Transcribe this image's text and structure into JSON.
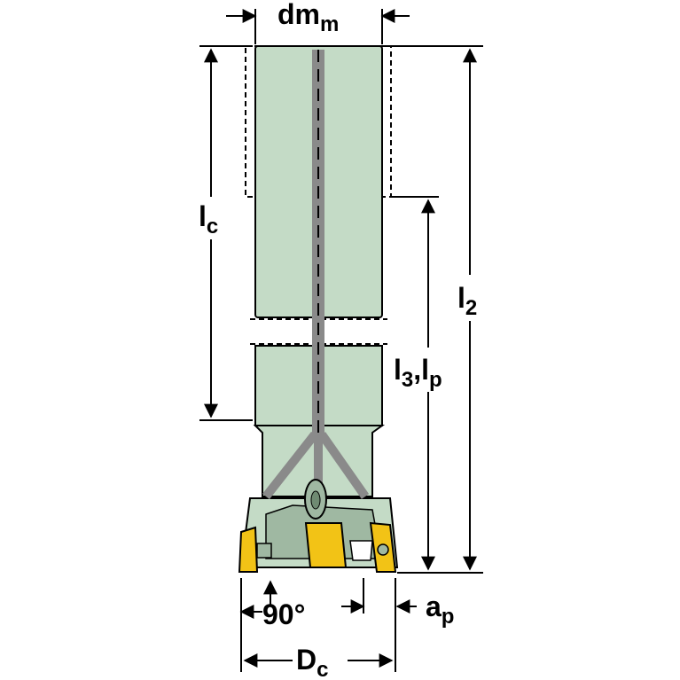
{
  "diagram": {
    "labels": {
      "dm_main": "dm",
      "dm_sub": "m",
      "lc_main": "l",
      "lc_sub": "c",
      "l2_main": "l",
      "l2_sub": "2",
      "l3_main": "l",
      "l3_sub": "3",
      "l3_sep": ",l",
      "lp_sub": "p",
      "angle": "90°",
      "ap_main": "a",
      "ap_sub": "p",
      "dc_main": "D",
      "dc_sub": "c"
    },
    "colors": {
      "body": "#c4dbc6",
      "body_shade": "#9fb8a2",
      "coolant": "#8a8a8a",
      "insert": "#f2c316",
      "outline": "#000000"
    }
  }
}
